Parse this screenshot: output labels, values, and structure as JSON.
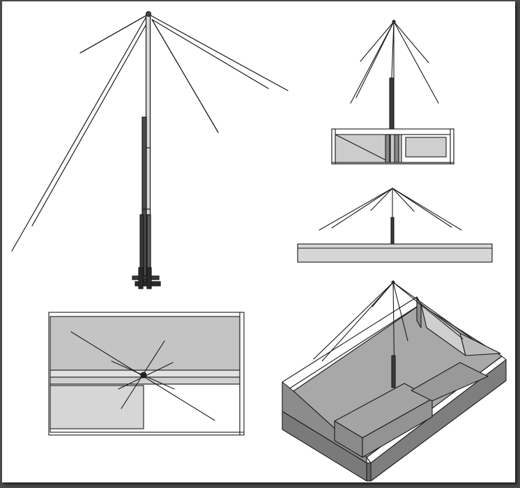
{
  "colors": {
    "line": "#1a1a1a",
    "light_fill": "#d4d4d4",
    "mid_fill": "#bdbdbd",
    "dark_fill": "#8e8e8e",
    "darker_fill": "#767676",
    "white": "#ffffff"
  },
  "views": [
    {
      "id": "perspective-antenna",
      "icon": "antenna-perspective-icon"
    },
    {
      "id": "side-elevation",
      "icon": "antenna-on-roof-section-icon"
    },
    {
      "id": "front-elevation",
      "icon": "antenna-on-parapet-icon"
    },
    {
      "id": "plan-view",
      "icon": "antenna-roof-plan-icon"
    },
    {
      "id": "isometric-view",
      "icon": "antenna-roof-isometric-icon"
    }
  ]
}
